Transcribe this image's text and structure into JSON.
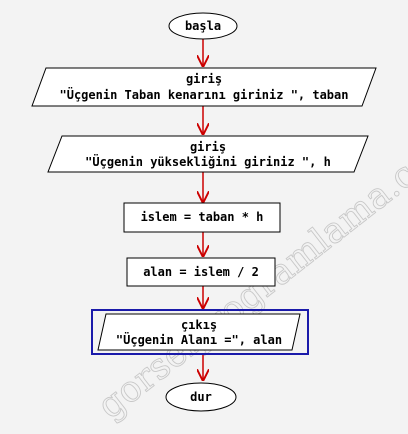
{
  "watermark": "gorselprogramlama.com",
  "nodes": {
    "start": {
      "label": "başla"
    },
    "input1": {
      "keyword": "giriş",
      "text": "\"Üçgenin Taban kenarını giriniz \", taban"
    },
    "input2": {
      "keyword": "giriş",
      "text": "\"Üçgenin yüksekliğini giriniz \", h"
    },
    "process1": {
      "text": "islem = taban * h"
    },
    "process2": {
      "text": "alan = islem / 2"
    },
    "output": {
      "keyword": "çıkış",
      "text": "\"Üçgenin Alanı  =\", alan"
    },
    "end": {
      "label": "dur"
    }
  },
  "colors": {
    "arrow": "#cc0000",
    "shape_stroke": "#000000",
    "selected_stroke": "#1a1aaa",
    "watermark": "#c8c8c8"
  }
}
